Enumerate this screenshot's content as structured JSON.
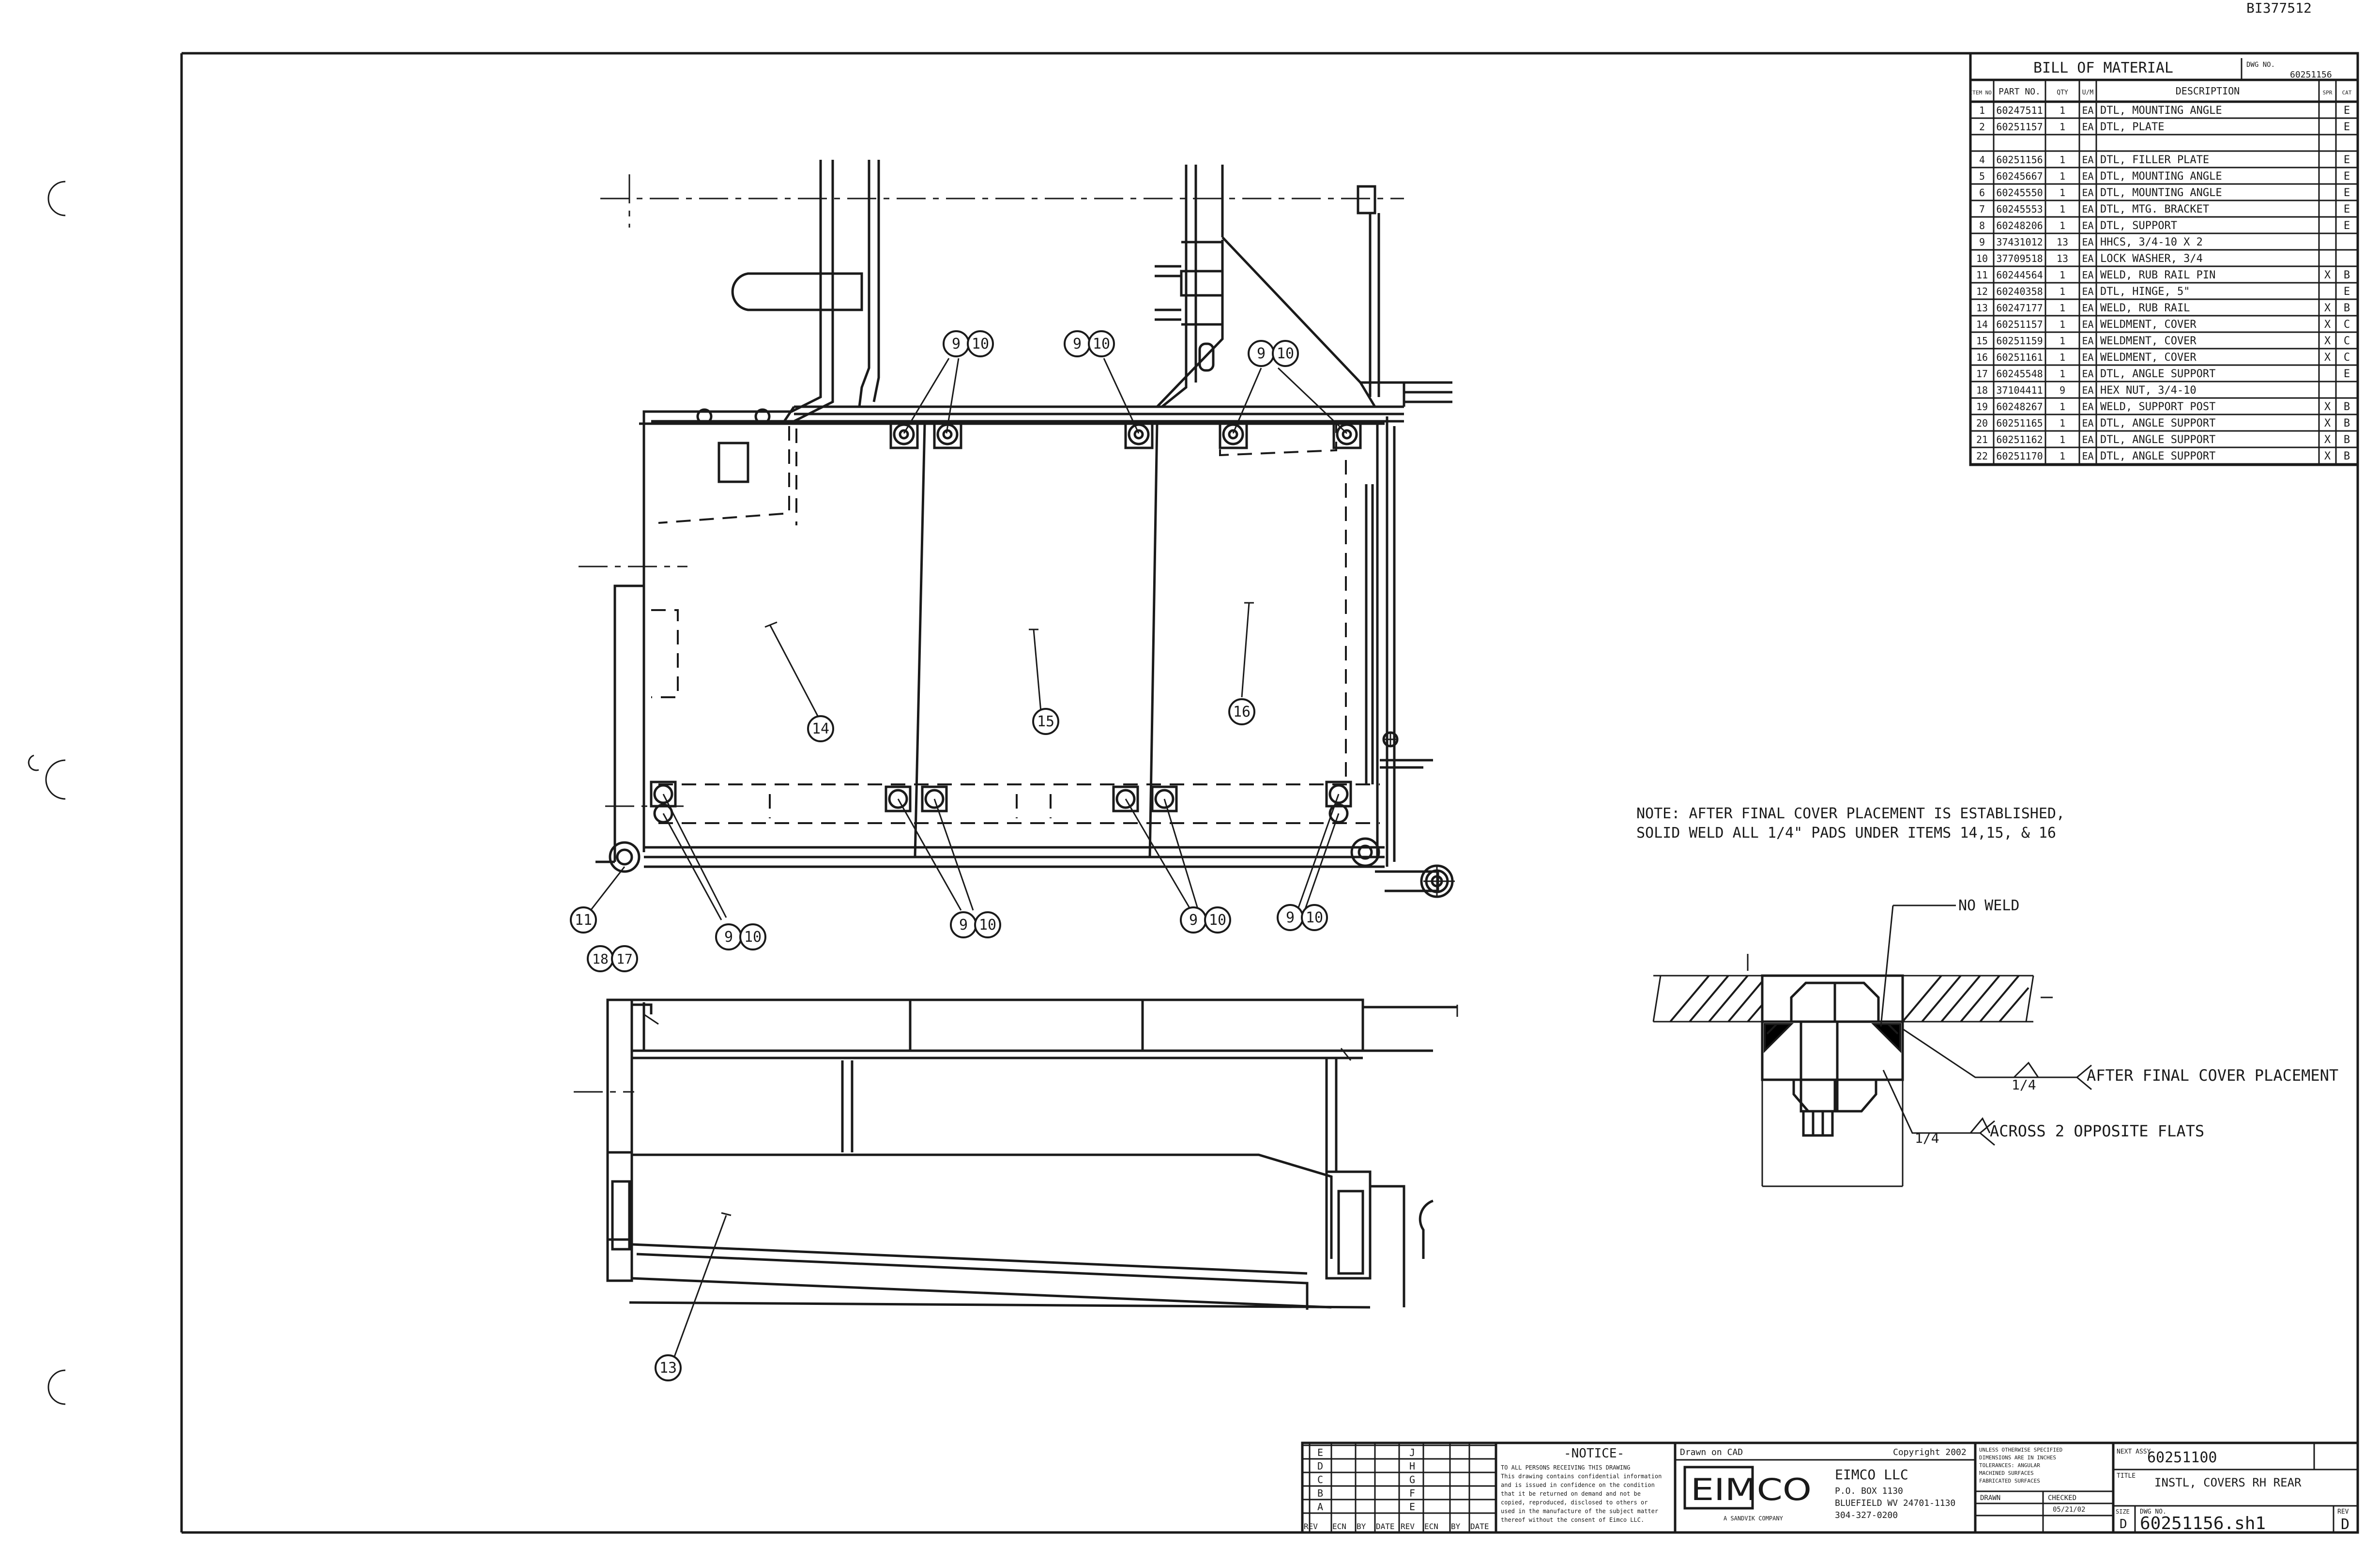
{
  "drawing": {
    "corner_id": "BI377512",
    "note": {
      "line1": "NOTE: AFTER FINAL COVER PLACEMENT IS ESTABLISHED,",
      "line2": "SOLID WELD ALL 1/4\" PADS UNDER ITEMS 14,15, & 16"
    },
    "weld_detail": {
      "no_weld": "NO WELD",
      "weld_size_1": "1/4",
      "callout_1": "AFTER FINAL COVER PLACEMENT",
      "weld_size_2": "1/4",
      "callout_2": "ACROSS 2 OPPOSITE FLATS"
    },
    "callouts": [
      {
        "label": "9",
        "label2": "10"
      },
      {
        "label": "9",
        "label2": "10"
      },
      {
        "label": "9",
        "label2": "10"
      },
      {
        "label": "14"
      },
      {
        "label": "15"
      },
      {
        "label": "16"
      },
      {
        "label": "11"
      },
      {
        "label": "9",
        "label2": "10"
      },
      {
        "label": "9",
        "label2": "10"
      },
      {
        "label": "9",
        "label2": "10"
      },
      {
        "label": "9",
        "label2": "10"
      },
      {
        "label": "18",
        "label2": "17"
      },
      {
        "label": "13"
      }
    ]
  },
  "bom": {
    "title": "BILL OF MATERIAL",
    "dwg_no_label": "DWG NO.",
    "dwg_no": "60251156",
    "headers": [
      "ITEM NO.",
      "PART NO.",
      "QTY",
      "U/M",
      "DESCRIPTION",
      "SPR",
      "CAT"
    ],
    "rows": [
      [
        "1",
        "60247511",
        "1",
        "EA",
        "DTL, MOUNTING ANGLE",
        "",
        "E"
      ],
      [
        "2",
        "60251157",
        "1",
        "EA",
        "DTL, PLATE",
        "",
        "E"
      ],
      [
        "",
        "",
        "",
        "",
        "",
        "",
        ""
      ],
      [
        "4",
        "60251156",
        "1",
        "EA",
        "DTL, FILLER PLATE",
        "",
        "E"
      ],
      [
        "5",
        "60245667",
        "1",
        "EA",
        "DTL, MOUNTING ANGLE",
        "",
        "E"
      ],
      [
        "6",
        "60245550",
        "1",
        "EA",
        "DTL, MOUNTING ANGLE",
        "",
        "E"
      ],
      [
        "7",
        "60245553",
        "1",
        "EA",
        "DTL, MTG. BRACKET",
        "",
        "E"
      ],
      [
        "8",
        "60248206",
        "1",
        "EA",
        "DTL, SUPPORT",
        "",
        "E"
      ],
      [
        "9",
        "37431012",
        "13",
        "EA",
        "HHCS, 3/4-10 X 2",
        "",
        ""
      ],
      [
        "10",
        "37709518",
        "13",
        "EA",
        "LOCK WASHER, 3/4",
        "",
        ""
      ],
      [
        "11",
        "60244564",
        "1",
        "EA",
        "WELD, RUB RAIL PIN",
        "X",
        "B"
      ],
      [
        "12",
        "60240358",
        "1",
        "EA",
        "DTL, HINGE, 5\"",
        "",
        "E"
      ],
      [
        "13",
        "60247177",
        "1",
        "EA",
        "WELD, RUB RAIL",
        "X",
        "B"
      ],
      [
        "14",
        "60251157",
        "1",
        "EA",
        "WELDMENT, COVER",
        "X",
        "C"
      ],
      [
        "15",
        "60251159",
        "1",
        "EA",
        "WELDMENT, COVER",
        "X",
        "C"
      ],
      [
        "16",
        "60251161",
        "1",
        "EA",
        "WELDMENT, COVER",
        "X",
        "C"
      ],
      [
        "17",
        "60245548",
        "1",
        "EA",
        "DTL, ANGLE SUPPORT",
        "",
        "E"
      ],
      [
        "18",
        "37104411",
        "9",
        "EA",
        "HEX NUT, 3/4-10",
        "",
        ""
      ],
      [
        "19",
        "60248267",
        "1",
        "EA",
        "WELD, SUPPORT POST",
        "X",
        "B"
      ],
      [
        "20",
        "60251165",
        "1",
        "EA",
        "DTL, ANGLE SUPPORT",
        "X",
        "B"
      ],
      [
        "21",
        "60251162",
        "1",
        "EA",
        "DTL, ANGLE SUPPORT",
        "X",
        "B"
      ],
      [
        "22",
        "60251170",
        "1",
        "EA",
        "DTL, ANGLE SUPPORT",
        "X",
        "B"
      ]
    ]
  },
  "title_block": {
    "revision_letters": [
      "E",
      "D",
      "C",
      "B",
      "A"
    ],
    "revision_letters_right": [
      "J",
      "H",
      "G",
      "F",
      "E"
    ],
    "rev_header": [
      "REV",
      "ECN",
      "BY",
      "DATE",
      "REV",
      "ECN",
      "BY",
      "DATE"
    ],
    "notice_title": "-NOTICE-",
    "notice_lines": [
      "TO ALL PERSONS RECEIVING THIS DRAWING",
      "This drawing contains confidential information",
      "and is issued in confidence on the condition",
      "that it be returned on demand and not be",
      "copied, reproduced, disclosed to others or",
      "used in the manufacture of the subject matter",
      "thereof without the consent of Eimco LLC."
    ],
    "drawn_on": "Drawn on CAD",
    "copyright": "Copyright 2002",
    "logo": "EIMCO",
    "logo_sub": "A SANDVIK COMPANY",
    "company": "EIMCO LLC",
    "address_1": "P.O. BOX 1130",
    "address_2": "BLUEFIELD WV 24701-1130",
    "phone": "304-327-0200",
    "spec_lines": [
      "UNLESS OTHERWISE SPECIFIED",
      "DIMENSIONS ARE IN INCHES",
      "TOLERANCES: ANGULAR",
      "MACHINED SURFACES",
      "FABRICATED SURFACES"
    ],
    "drawn_by": "DRAWN",
    "checked_by": "CHECKED",
    "drawn_date": "05/21/02",
    "next_assy_label": "NEXT ASSY",
    "next_assy": "60251100",
    "title_label": "TITLE",
    "title": "INSTL, COVERS RH REAR",
    "size_label": "SIZE",
    "size": "D",
    "dwg_no_label": "DWG NO.",
    "dwg_no": "60251156.sh1",
    "rev_label": "REV",
    "rev": "D"
  }
}
